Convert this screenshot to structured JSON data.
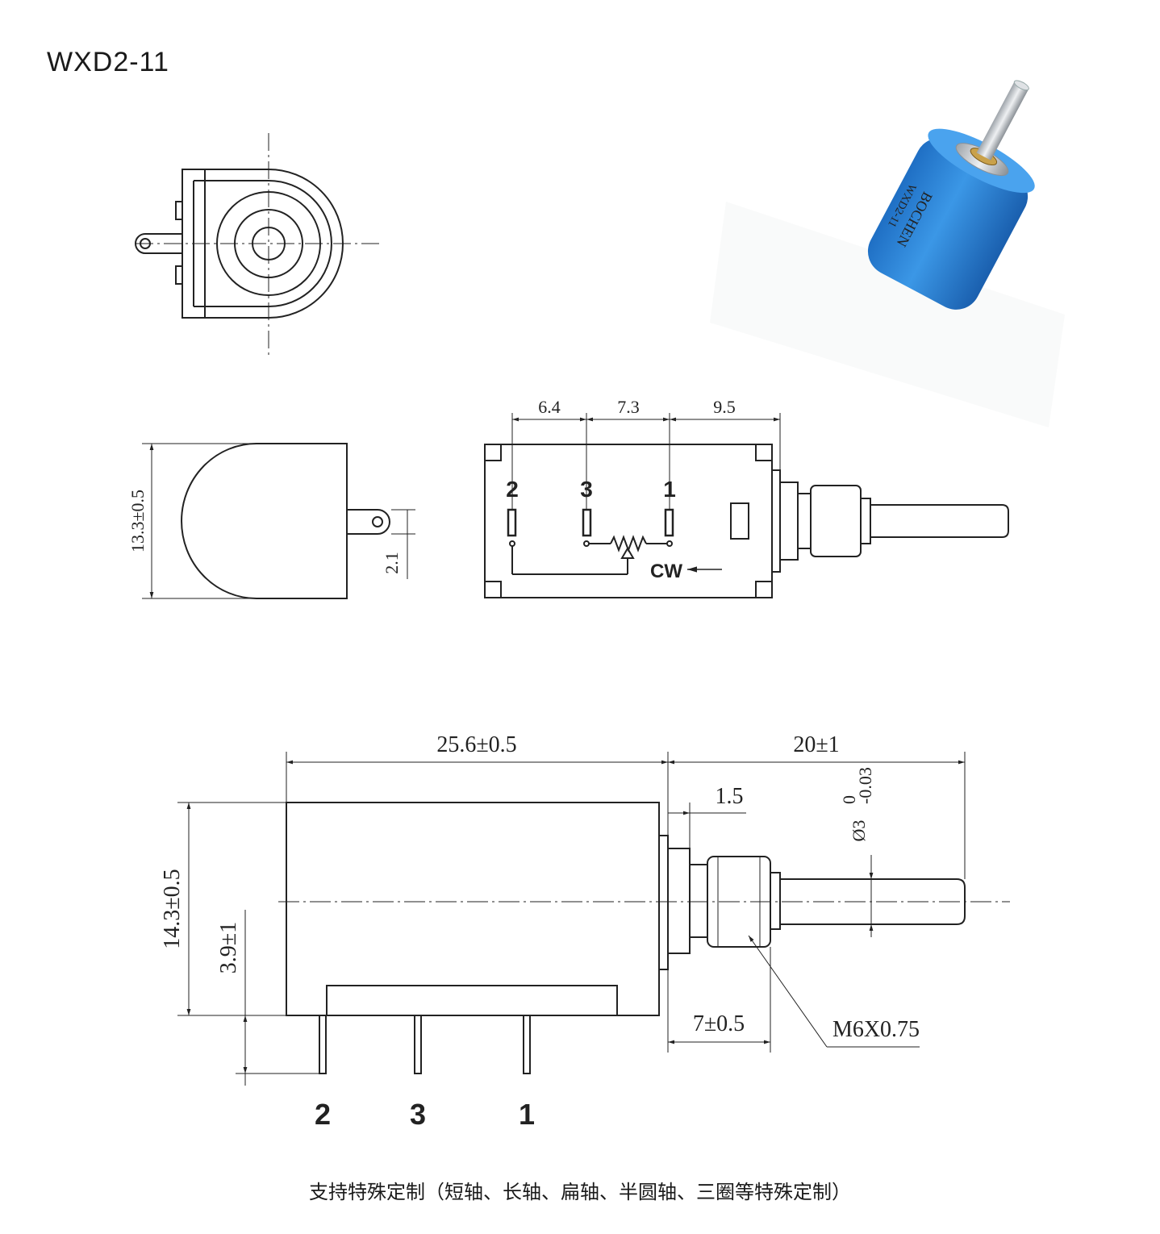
{
  "model": "WXD2-11",
  "product_photo": {
    "brand": "BOCHEN",
    "model_mark": "WXD2-11",
    "color": "#2f86d6"
  },
  "side_view": {
    "height": "13.3±0.5",
    "tab_offset": "2.1"
  },
  "rear_view": {
    "spacing": [
      "6.4",
      "7.3",
      "9.5"
    ],
    "pins": [
      "2",
      "3",
      "1"
    ],
    "direction": "CW"
  },
  "front_view": {
    "body_length": "25.6±0.5",
    "shaft_length": "20±1",
    "collar": "1.5",
    "shaft_dia_nominal": "Ø3",
    "shaft_tol_upper": "0",
    "shaft_tol_lower": "-0.03",
    "height": "14.3±0.5",
    "pin_offset": "3.9±1",
    "bushing": "7±0.5",
    "thread": "M6X0.75",
    "pins": [
      "2",
      "3",
      "1"
    ]
  },
  "footer": "支持特殊定制（短轴、长轴、扁轴、半圆轴、三圈等特殊定制）"
}
